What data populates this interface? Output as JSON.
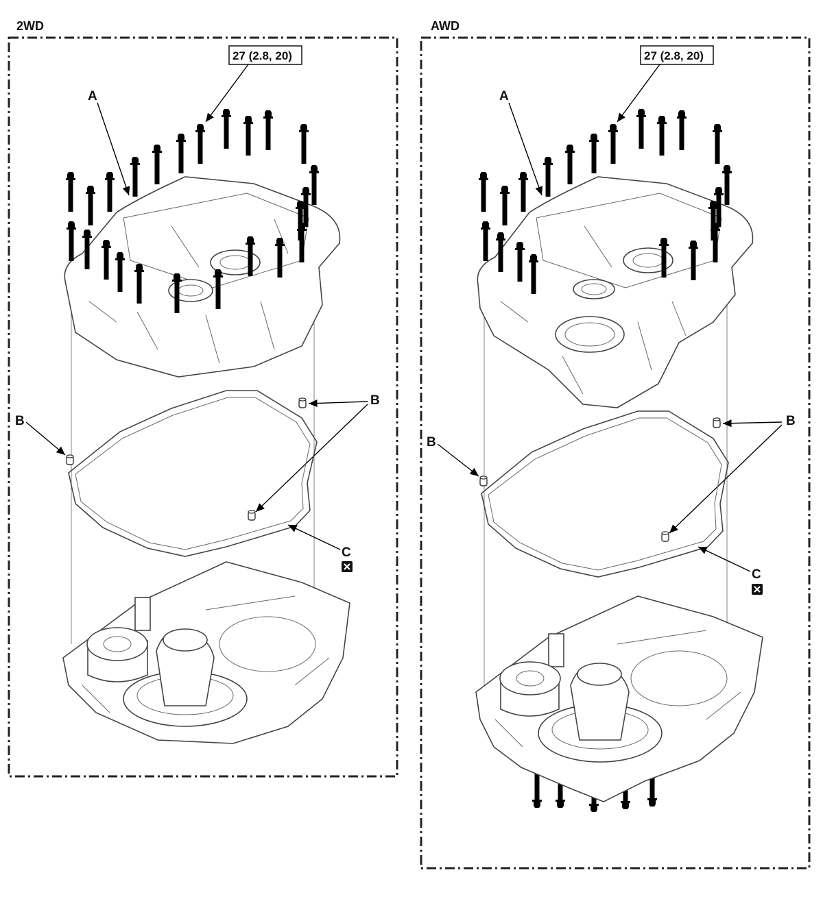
{
  "panels": {
    "left": {
      "title": "2WD",
      "torque_spec": "27 (2.8, 20)",
      "labels": {
        "housing": "A",
        "dowel_left": "B",
        "dowel_right": "B",
        "gasket": "C"
      }
    },
    "right": {
      "title": "AWD",
      "torque_spec": "27 (2.8, 20)",
      "labels": {
        "housing": "A",
        "dowel_left": "B",
        "dowel_right": "B",
        "gasket": "C"
      }
    }
  },
  "icons": {
    "replace_part_symbol": "x-box-icon"
  }
}
